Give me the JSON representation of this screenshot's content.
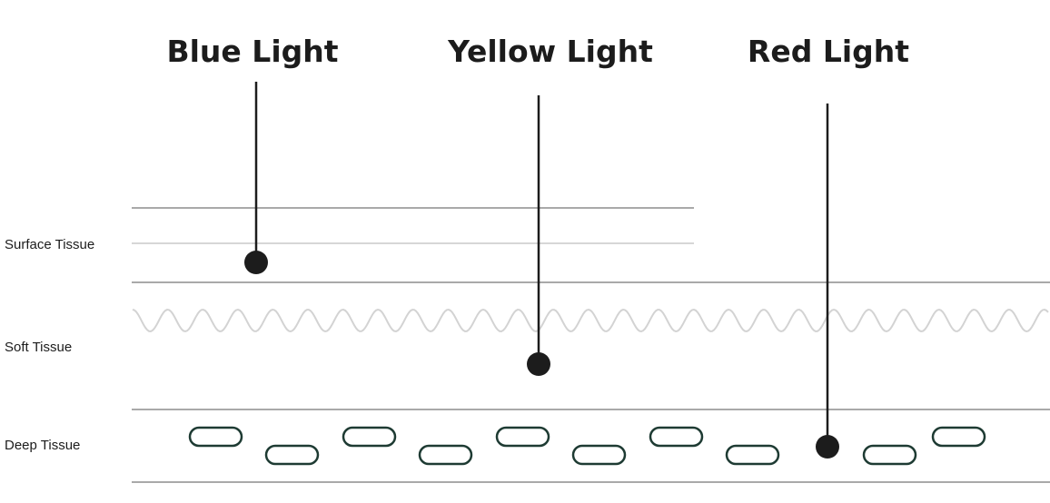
{
  "lights": [
    {
      "name": "Blue Light",
      "penetrates_to": "Surface Tissue"
    },
    {
      "name": "Yellow Light",
      "penetrates_to": "Soft Tissue"
    },
    {
      "name": "Red Light",
      "penetrates_to": "Deep Tissue"
    }
  ],
  "layers": [
    {
      "name": "Surface Tissue"
    },
    {
      "name": "Soft Tissue"
    },
    {
      "name": "Deep Tissue"
    }
  ],
  "colors": {
    "text": "#1c1c1c",
    "divider": "#a9a9a9",
    "surface_line": "#d6d6d6",
    "wave": "#d3d3d3",
    "capsule_stroke": "#1e3b33",
    "probe": "#1c1c1c"
  }
}
